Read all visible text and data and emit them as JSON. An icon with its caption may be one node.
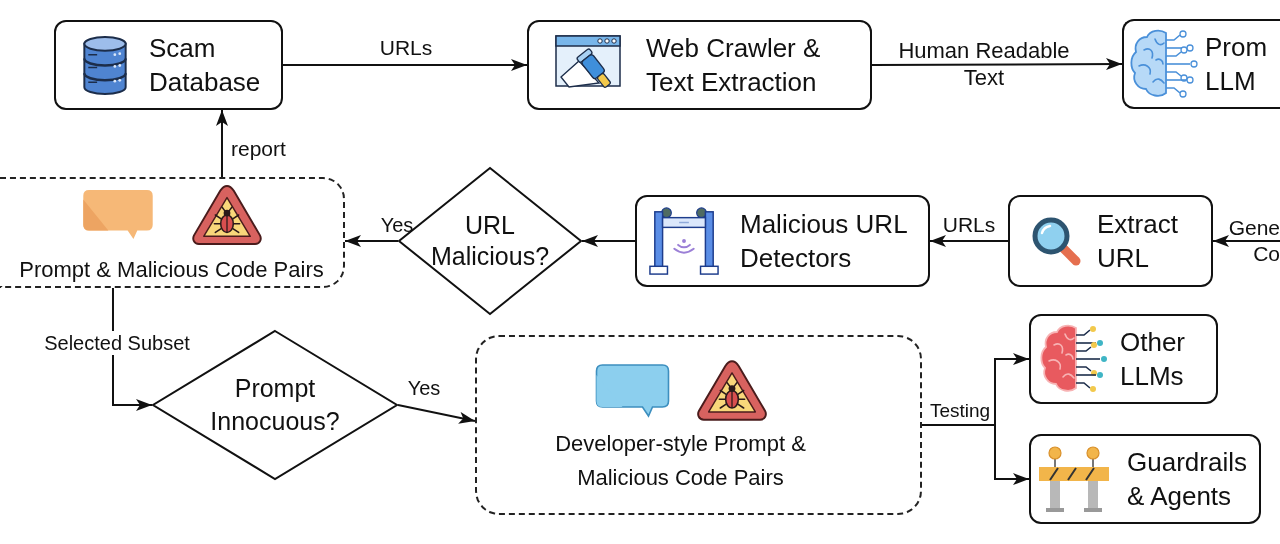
{
  "diagram": {
    "nodes": [
      {
        "text": [
          "Scam Database"
        ]
      },
      {
        "text": [
          "Web Crawler & Text Extraction"
        ]
      },
      {
        "text": [
          "Prom LLM"
        ]
      },
      {
        "text": [
          "Prompt & Malicious Code Pairs"
        ]
      },
      {
        "text": [
          "URL Malicious?"
        ]
      },
      {
        "text": [
          "Malicious URL Detectors"
        ]
      },
      {
        "text": [
          "Extract URL"
        ]
      },
      {
        "text": [
          "Prompt Innocuous?"
        ]
      },
      {
        "text": [
          "Developer-style Prompt & Malicious Code Pairs"
        ]
      },
      {
        "text": [
          "Other LLMs"
        ]
      },
      {
        "text": [
          "Guardrails & Agents"
        ]
      }
    ],
    "edges": [
      {
        "from": 0,
        "to": 1,
        "arrow": "to",
        "label": "URLs"
      },
      {
        "from": 1,
        "to": 2,
        "arrow": "to",
        "label": "Human Readable Text"
      },
      {
        "from": null,
        "to": 6,
        "arrow": "to",
        "label": "Gene Co"
      },
      {
        "from": 6,
        "to": 5,
        "arrow": "to",
        "label": "URLs"
      },
      {
        "from": 5,
        "to": 4,
        "arrow": "to"
      },
      {
        "from": 4,
        "to": 3,
        "arrow": "to",
        "label": "Yes"
      },
      {
        "from": 3,
        "to": 0,
        "arrow": "to",
        "label": "report"
      },
      {
        "from": 3,
        "to": 7,
        "arrow": "to",
        "label": "Selected Subset"
      },
      {
        "from": 7,
        "to": 8,
        "arrow": "to",
        "label": "Yes"
      },
      {
        "from": 8,
        "to": 9,
        "arrow": "to",
        "label": "Testing"
      },
      {
        "from": 8,
        "to": 10,
        "arrow": "to"
      }
    ]
  }
}
